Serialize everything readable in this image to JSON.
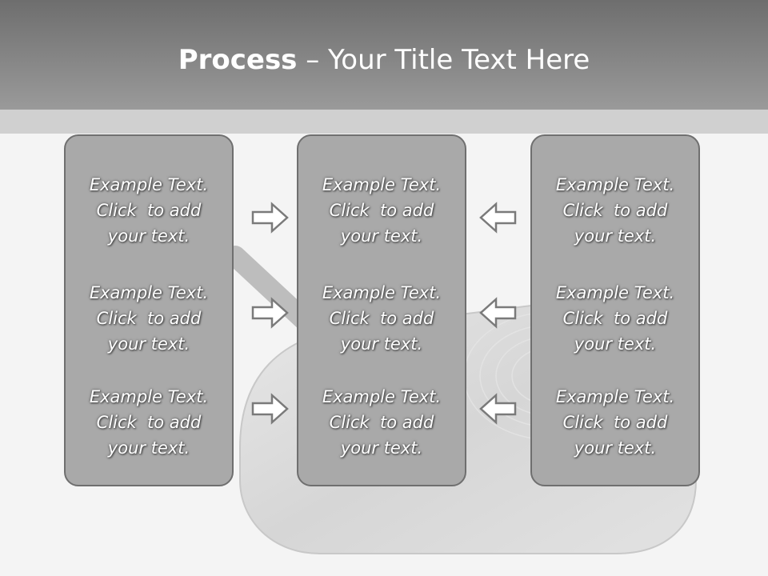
{
  "header": {
    "title_bold": "Process",
    "title_rest": " – Your Title Text Here"
  },
  "columns": [
    {
      "items": [
        {
          "line1": "Example Text.",
          "line2": "Click  to add",
          "line3": "your text."
        },
        {
          "line1": "Example Text.",
          "line2": "Click  to add",
          "line3": "your text."
        },
        {
          "line1": "Example Text.",
          "line2": "Click  to add",
          "line3": "your text."
        }
      ]
    },
    {
      "items": [
        {
          "line1": "Example Text.",
          "line2": "Click  to add",
          "line3": "your text."
        },
        {
          "line1": "Example Text.",
          "line2": "Click  to add",
          "line3": "your text."
        },
        {
          "line1": "Example Text.",
          "line2": "Click  to add",
          "line3": "your text."
        }
      ]
    },
    {
      "items": [
        {
          "line1": "Example Text.",
          "line2": "Click  to add",
          "line3": "your text."
        },
        {
          "line1": "Example Text.",
          "line2": "Click  to add",
          "line3": "your text."
        },
        {
          "line1": "Example Text.",
          "line2": "Click  to add",
          "line3": "your text."
        }
      ]
    }
  ],
  "arrows": {
    "left_group_direction": "right",
    "right_group_direction": "left",
    "icon": "outline-arrow-icon"
  },
  "colors": {
    "title_bar": "#8a8a8a",
    "box_fill": "#a9a9a9",
    "box_border": "#6f6f6f",
    "text": "#ffffff"
  }
}
